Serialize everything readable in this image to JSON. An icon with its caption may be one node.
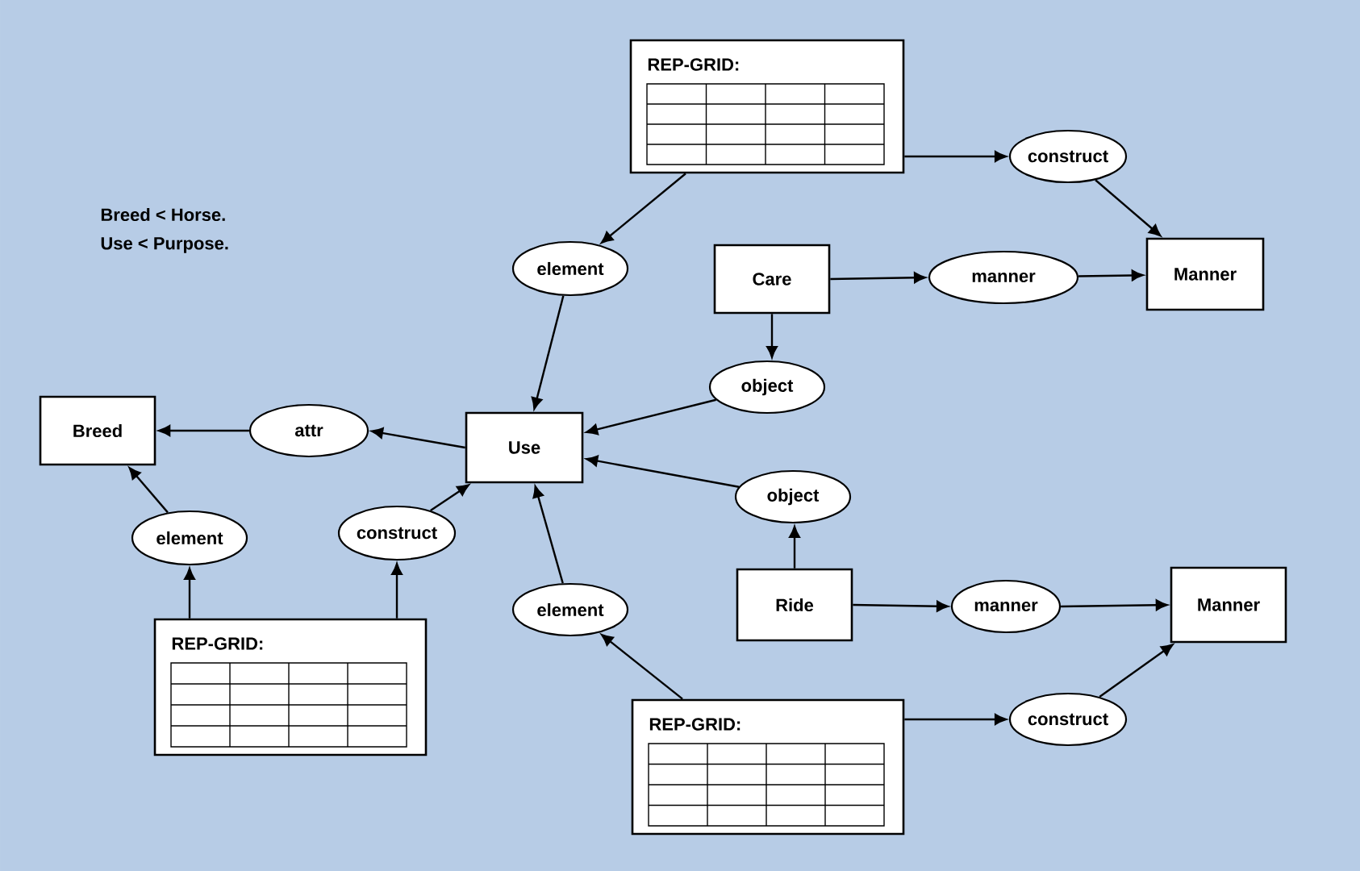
{
  "diagram": {
    "nodes": [
      {
        "text": [
          "REP-GRID:"
        ]
      },
      {
        "text": [
          "construct"
        ]
      },
      {
        "text": [
          "Manner"
        ]
      },
      {
        "text": [
          "element"
        ]
      },
      {
        "text": [
          "Care"
        ]
      },
      {
        "text": [
          "manner"
        ]
      },
      {
        "text": [
          "object"
        ]
      },
      {
        "text": [
          "Breed"
        ]
      },
      {
        "text": [
          "attr"
        ]
      },
      {
        "text": [
          "Use"
        ]
      },
      {
        "text": [
          "element"
        ]
      },
      {
        "text": [
          "construct"
        ]
      },
      {
        "text": [
          "object"
        ]
      },
      {
        "text": [
          "Ride"
        ]
      },
      {
        "text": [
          "manner"
        ]
      },
      {
        "text": [
          "Manner"
        ]
      },
      {
        "text": [
          "element"
        ]
      },
      {
        "text": [
          "REP-GRID:"
        ]
      },
      {
        "text": [
          "REP-GRID:"
        ]
      },
      {
        "text": [
          "construct"
        ]
      }
    ],
    "edges": [
      {
        "from": 0,
        "to": 1,
        "arrow": "to"
      },
      {
        "from": 1,
        "to": 2,
        "arrow": "to"
      },
      {
        "from": 0,
        "to": 3,
        "arrow": "to"
      },
      {
        "from": 3,
        "to": 9,
        "arrow": "to"
      },
      {
        "from": 4,
        "to": 5,
        "arrow": "to"
      },
      {
        "from": 5,
        "to": 2,
        "arrow": "to"
      },
      {
        "from": 4,
        "to": 6,
        "arrow": "to"
      },
      {
        "from": 6,
        "to": 9,
        "arrow": "to"
      },
      {
        "from": 9,
        "to": 8,
        "arrow": "to"
      },
      {
        "from": 8,
        "to": 7,
        "arrow": "to"
      },
      {
        "from": 10,
        "to": 7,
        "arrow": "to"
      },
      {
        "from": 17,
        "to": 10,
        "arrow": "to"
      },
      {
        "from": 17,
        "to": 11,
        "arrow": "to"
      },
      {
        "from": 11,
        "to": 9,
        "arrow": "to"
      },
      {
        "from": 12,
        "to": 9,
        "arrow": "to"
      },
      {
        "from": 13,
        "to": 12,
        "arrow": "to"
      },
      {
        "from": 13,
        "to": 14,
        "arrow": "to"
      },
      {
        "from": 14,
        "to": 15,
        "arrow": "to"
      },
      {
        "from": 16,
        "to": 9,
        "arrow": "to"
      },
      {
        "from": 18,
        "to": 16,
        "arrow": "to"
      },
      {
        "from": 18,
        "to": 19,
        "arrow": "to"
      },
      {
        "from": 19,
        "to": 15,
        "arrow": "to"
      }
    ],
    "labels": [
      "Breed < Horse.",
      "Use < Purpose."
    ]
  }
}
